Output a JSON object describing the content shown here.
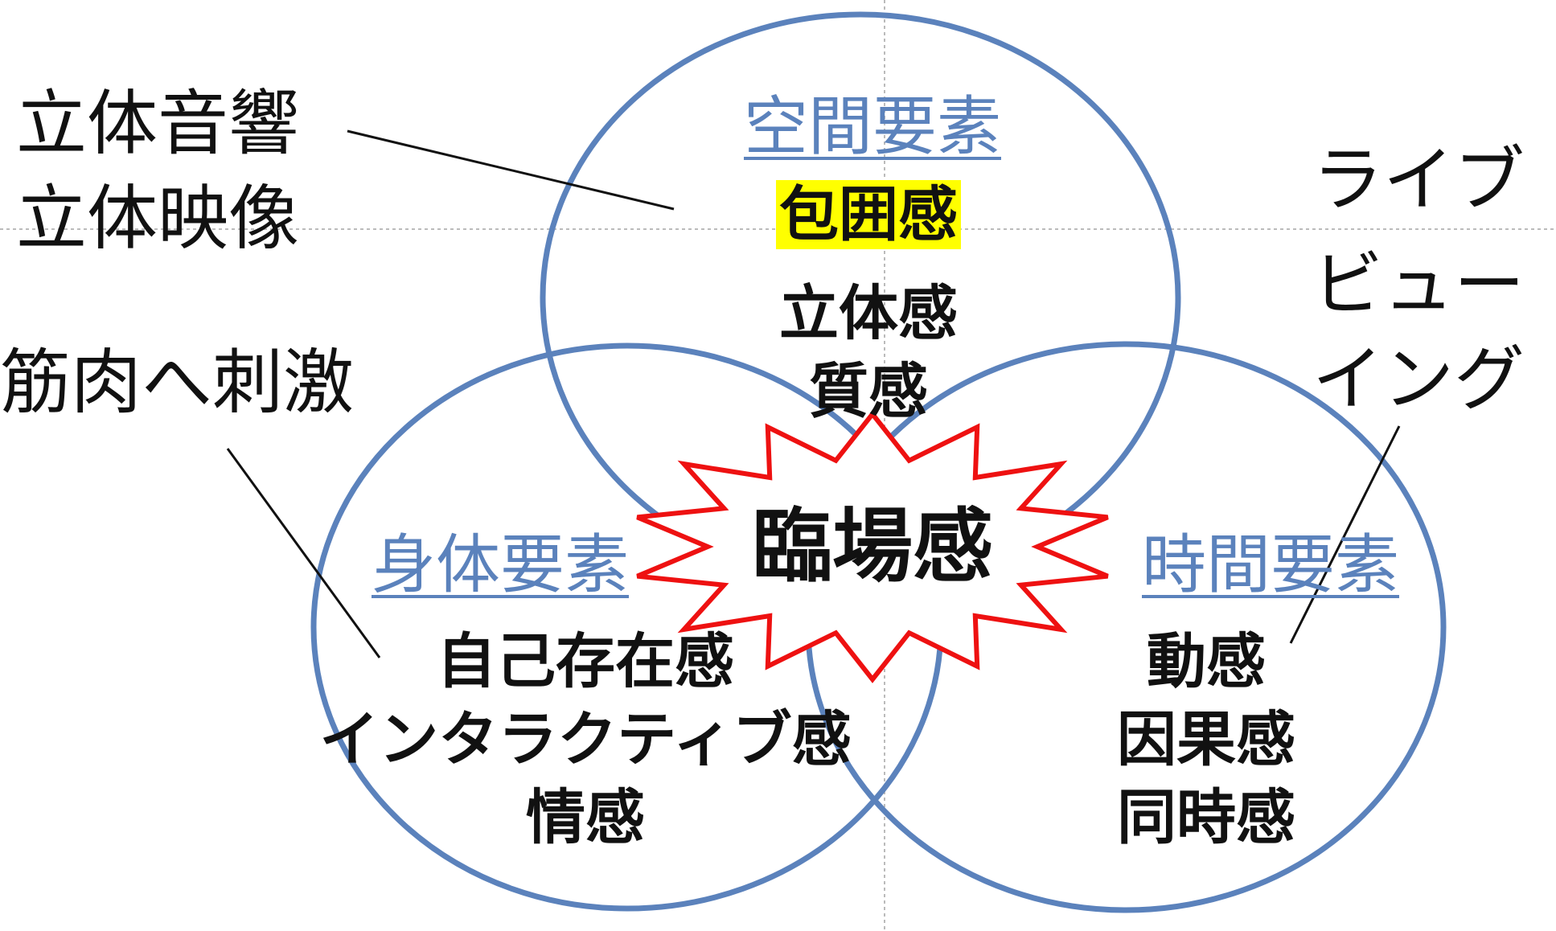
{
  "colors": {
    "circle": "#5b82bc",
    "heading": "#5b82bc",
    "burst": "#ee1111",
    "highlight": "#ffff00",
    "guide": "#bbbbbb",
    "text": "#111111"
  },
  "spatial": {
    "heading": "空間要素",
    "items": [
      "包囲感",
      "立体感",
      "質感"
    ],
    "highlighted_item": "包囲感"
  },
  "physical": {
    "heading": "身体要素",
    "items": [
      "自己存在感",
      "インタラクティブ感",
      "情感"
    ]
  },
  "temporal": {
    "heading": "時間要素",
    "items": [
      "動感",
      "因果感",
      "同時感"
    ]
  },
  "center": {
    "label": "臨場感"
  },
  "annotations": {
    "stereo": [
      "立体音響",
      "立体映像"
    ],
    "muscle": "筋肉へ刺激",
    "live_viewing": [
      "ライブ",
      "ビュー",
      "イング"
    ]
  }
}
